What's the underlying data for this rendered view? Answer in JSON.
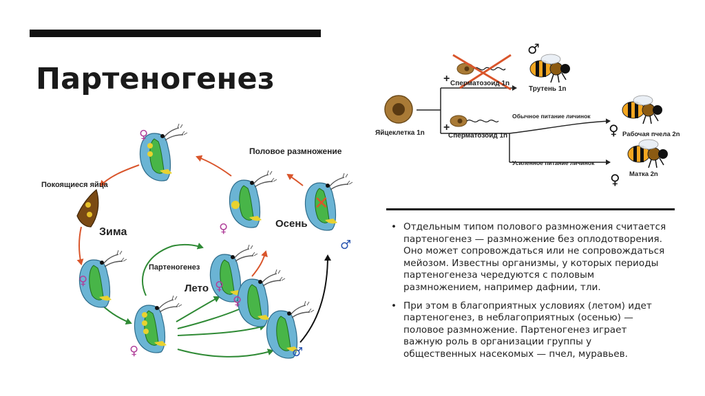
{
  "title": "Партеногенез",
  "cycle": {
    "resting_eggs": "Покоящиеся яйца",
    "winter": "Зима",
    "sexual_reproduction": "Половое размножение",
    "autumn": "Осень",
    "parthenogenesis": "Партеногенез",
    "summer": "Лето",
    "female_symbol": "♀",
    "male_symbol": "♂",
    "cross": "✕"
  },
  "bees": {
    "egg_cell": "Яйцеклетка 1n",
    "sperm1": "Сперматозоид 1n",
    "sperm2": "Сперматозоид 1n",
    "plus": "+",
    "drone": "Трутень 1n",
    "normal_feeding": "Обычное питание личинок",
    "worker": "Рабочая пчела 2n",
    "enhanced_feeding": "Усиленное питание личинок",
    "queen": "Матка 2n",
    "female_symbol": "♀",
    "male_symbol": "♂"
  },
  "bullets": [
    "Отдельным типом полового размножения считается партеногенез — размножение без оплодотворения. Оно может сопровождаться или не сопровождаться мейозом. Известны организмы, у которых периоды партеногенеза чередуются с половым размножением, например дафнии, тли.",
    "При этом в благоприятных условиях (летом) идет партеногенез, в неблагоприятных (осенью) — половое размножение. Партеногенез играет важную роль в организации группы у общественных насекомых — пчел, муравьев."
  ],
  "colors": {
    "daphnia_body": "#6bb4d4",
    "daphnia_gut": "#48b548",
    "sexual_arrow": "#d9552b",
    "parthenogenesis_arrow": "#2f8a35",
    "female_symbol": "#b0409a",
    "male_symbol": "#2a55b0",
    "cross": "#d9552b"
  }
}
